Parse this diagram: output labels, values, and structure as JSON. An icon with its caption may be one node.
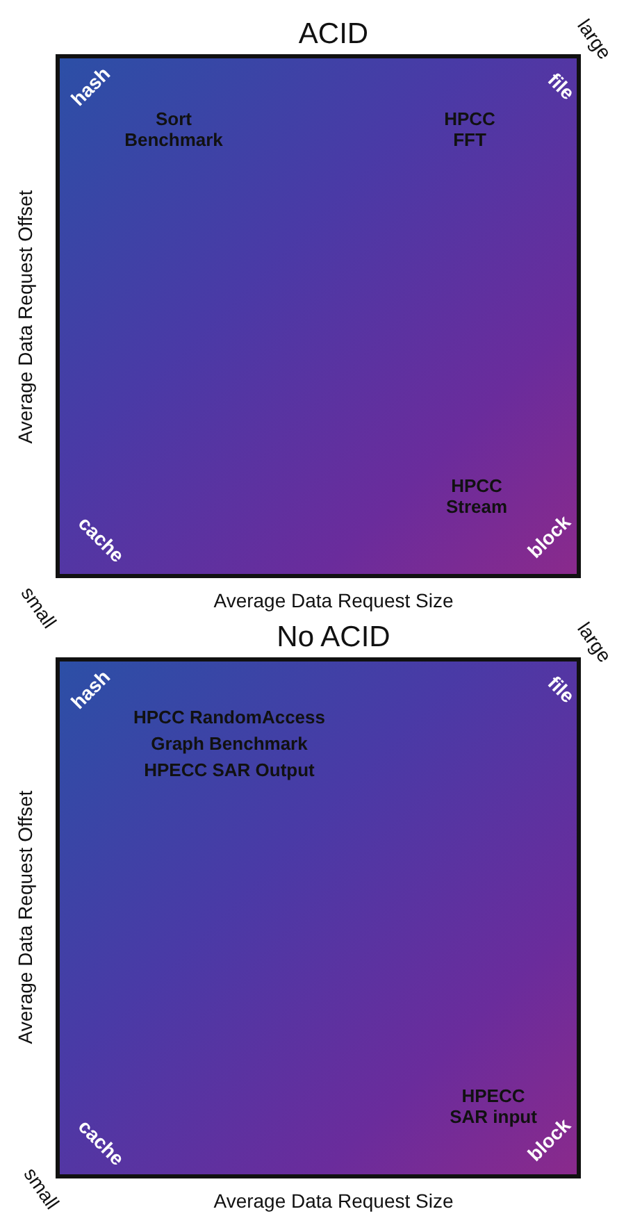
{
  "diagram": {
    "nodes": [
      {
        "text": [
          "ACID",
          "hash",
          "file",
          "Sort Benchmark",
          "HPCC FFT",
          "HPCC Stream",
          "cache",
          "block"
        ]
      },
      {
        "text": [
          "No ACID",
          "hash",
          "file",
          "HPCC RandomAccess",
          "Graph Benchmark",
          "HPECC SAR Output",
          "HPECC SAR input",
          "cache",
          "block"
        ]
      }
    ],
    "labels": [
      "large",
      "Average Data Request Offset",
      "small",
      "Average Data Request Size",
      "large",
      "Average Data Request Offset",
      "small",
      "Average Data Request Size"
    ]
  }
}
